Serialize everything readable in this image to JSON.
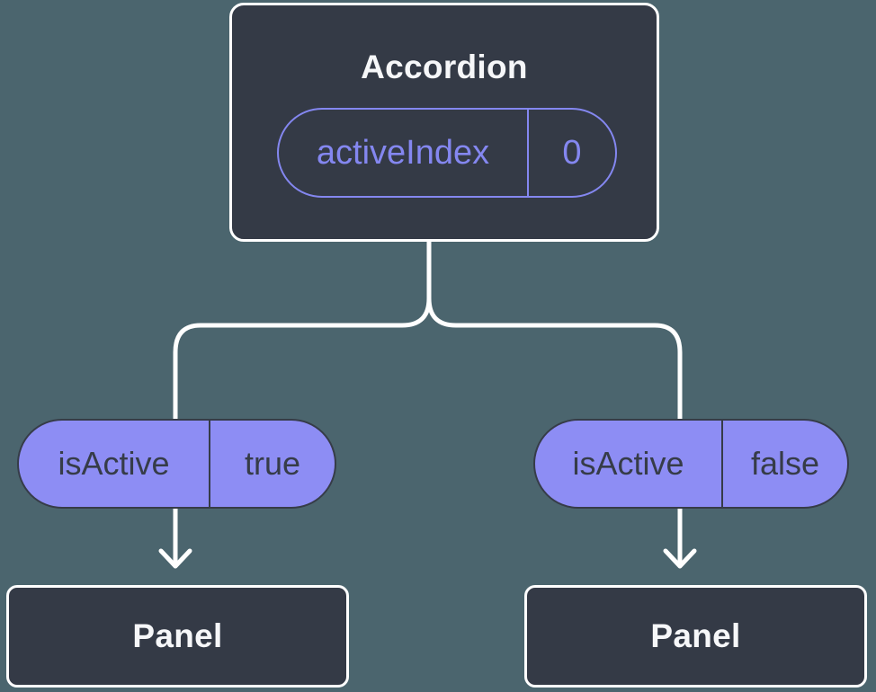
{
  "diagram": {
    "root": {
      "title": "Accordion",
      "prop": {
        "name": "activeIndex",
        "value": "0"
      }
    },
    "children": [
      {
        "prop": {
          "name": "isActive",
          "value": "true"
        },
        "node": {
          "title": "Panel"
        }
      },
      {
        "prop": {
          "name": "isActive",
          "value": "false"
        },
        "node": {
          "title": "Panel"
        }
      }
    ],
    "colors": {
      "background": "#4b656e",
      "node_fill": "#343a46",
      "node_border": "#ffffff",
      "accent_purple": "#8487f0",
      "pill_fill": "#8d8df4",
      "pill_border": "#363c48",
      "pill_text": "#363c48",
      "title_text": "#f6f7f9",
      "connector": "#ffffff"
    }
  }
}
